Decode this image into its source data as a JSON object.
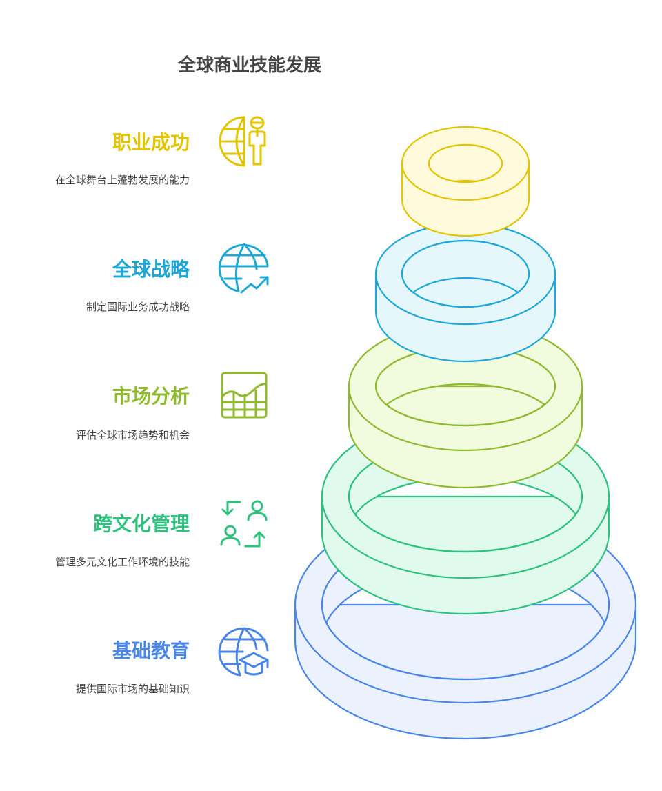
{
  "title": "全球商业技能发展",
  "levels": [
    {
      "heading": "职业成功",
      "description": "在全球舞台上蓬勃发展的能力",
      "icon": "globe-person-icon",
      "color": "#e2c500",
      "fill": "#fffadc"
    },
    {
      "heading": "全球战略",
      "description": "制定国际业务成功战略",
      "icon": "globe-trend-icon",
      "color": "#1ea8d8",
      "fill": "#e6f7fc"
    },
    {
      "heading": "市场分析",
      "description": "评估全球市场趋势和机会",
      "icon": "chart-grid-icon",
      "color": "#8fba2e",
      "fill": "#f1fcdf"
    },
    {
      "heading": "跨文化管理",
      "description": "管理多元文化工作环境的技能",
      "icon": "people-exchange-icon",
      "color": "#2ec27e",
      "fill": "#e0fbee"
    },
    {
      "heading": "基础教育",
      "description": "提供国际市场的基础知识",
      "icon": "globe-graduation-icon",
      "color": "#4a86e8",
      "fill": "#ebf2fd"
    }
  ]
}
